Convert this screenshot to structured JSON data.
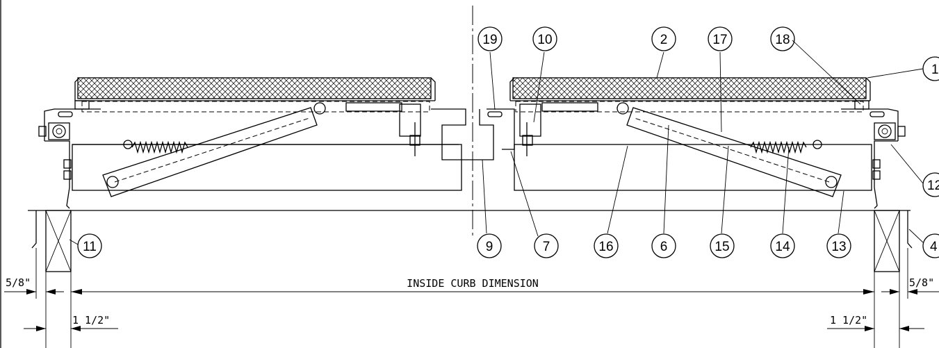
{
  "dimensions": {
    "inside_curb": "INSIDE CURB DIMENSION",
    "left_offset": "5/8\"",
    "right_offset": "5/8\"",
    "left_width": "1 1/2\"",
    "right_width": "1 1/2\""
  },
  "callouts": {
    "top": [
      "19",
      "10",
      "2",
      "17",
      "18",
      "1"
    ],
    "right": [
      "12"
    ],
    "bottom": [
      "11",
      "9",
      "7",
      "16",
      "6",
      "15",
      "14",
      "13",
      "4"
    ]
  }
}
